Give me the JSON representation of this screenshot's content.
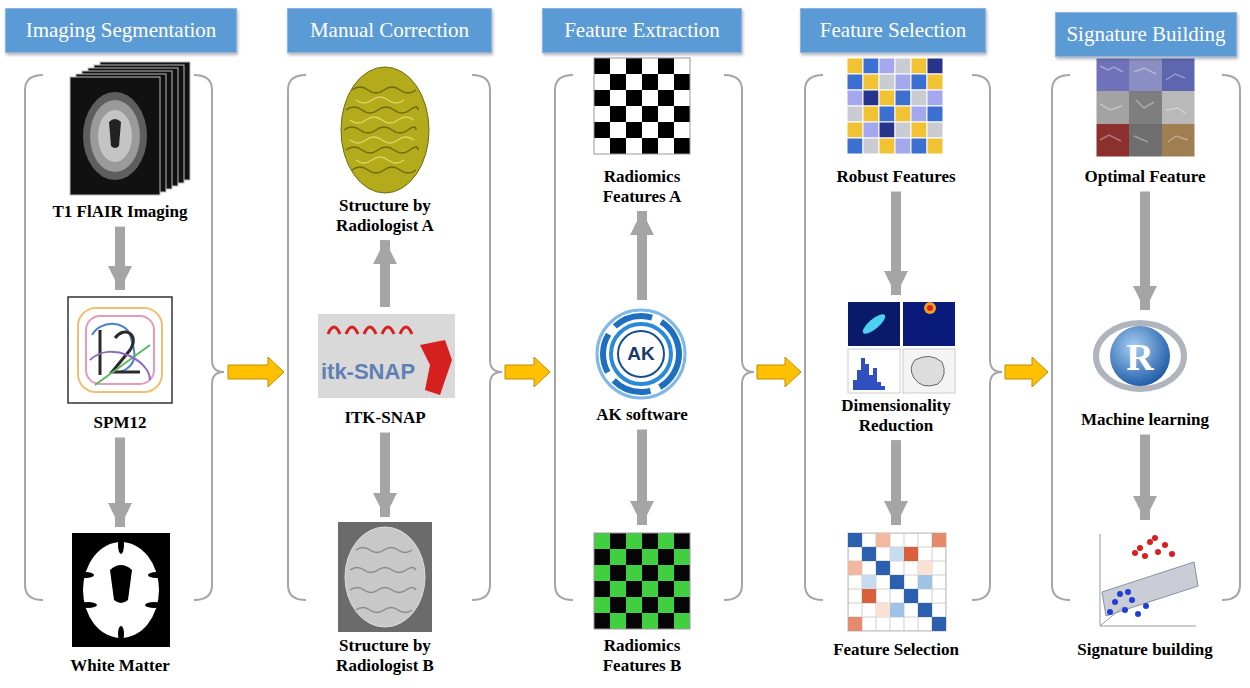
{
  "diagram": {
    "nodes": [
      {
        "text": [
          "Imaging Segmentation"
        ]
      },
      {
        "text": [
          "T1 FlAIR Imaging"
        ]
      },
      {
        "text": [
          "SPM12"
        ]
      },
      {
        "text": [
          "White Matter"
        ]
      },
      {
        "text": [
          "Manual Correction"
        ]
      },
      {
        "text": [
          "Structure by Radiologist A"
        ]
      },
      {
        "text": [
          "ITK-SNAP"
        ]
      },
      {
        "text": [
          "Structure by Radiologist B"
        ]
      },
      {
        "text": [
          "Feature Extraction"
        ]
      },
      {
        "text": [
          "Radiomics Features A"
        ]
      },
      {
        "text": [
          "AK software"
        ]
      },
      {
        "text": [
          "Radiomics Features B"
        ]
      },
      {
        "text": [
          "Feature Selection"
        ]
      },
      {
        "text": [
          "Robust Features"
        ]
      },
      {
        "text": [
          "Dimensionality Reduction"
        ]
      },
      {
        "text": [
          "Feature Selection"
        ]
      },
      {
        "text": [
          "Signature Building"
        ]
      },
      {
        "text": [
          "Optimal Feature"
        ]
      },
      {
        "text": [
          "Machine learning"
        ]
      },
      {
        "text": [
          "Signature building"
        ]
      }
    ],
    "edges": [
      {
        "from": 1,
        "to": 2,
        "arrow": "to"
      },
      {
        "from": 2,
        "to": 3,
        "arrow": "to"
      },
      {
        "from": 6,
        "to": 5,
        "arrow": "to"
      },
      {
        "from": 6,
        "to": 7,
        "arrow": "to"
      },
      {
        "from": 10,
        "to": 9,
        "arrow": "to"
      },
      {
        "from": 10,
        "to": 11,
        "arrow": "to"
      },
      {
        "from": 13,
        "to": 14,
        "arrow": "to"
      },
      {
        "from": 14,
        "to": 15,
        "arrow": "to"
      },
      {
        "from": 17,
        "to": 18,
        "arrow": "to"
      },
      {
        "from": 18,
        "to": 19,
        "arrow": "to"
      }
    ],
    "labels": [
      "itk-SNAP",
      "AK",
      "R"
    ]
  }
}
